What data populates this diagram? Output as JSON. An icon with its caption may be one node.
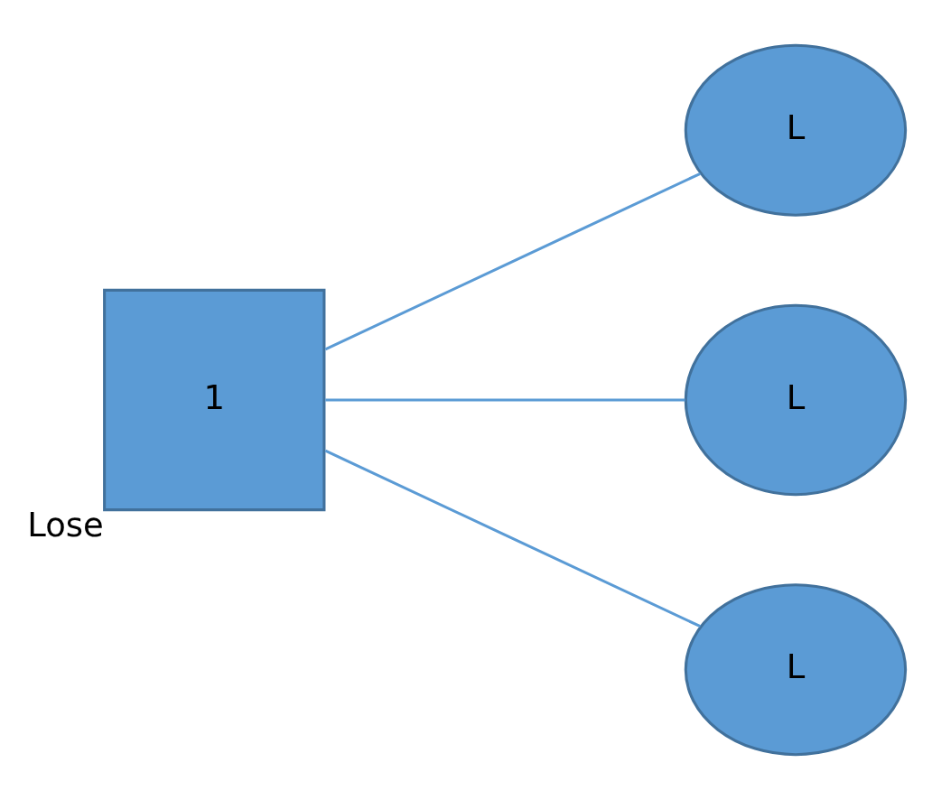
{
  "diagram": {
    "nodes": [
      {
        "text": [
          "1"
        ],
        "beside": [
          "Lose"
        ]
      },
      {
        "text": [
          "L"
        ]
      },
      {
        "text": [
          "L"
        ]
      },
      {
        "text": [
          "L"
        ]
      }
    ],
    "edges": [
      {
        "from": 0,
        "to": 1,
        "arrow": "none"
      },
      {
        "from": 0,
        "to": 2,
        "arrow": "none"
      },
      {
        "from": 0,
        "to": 3,
        "arrow": "none"
      }
    ]
  }
}
